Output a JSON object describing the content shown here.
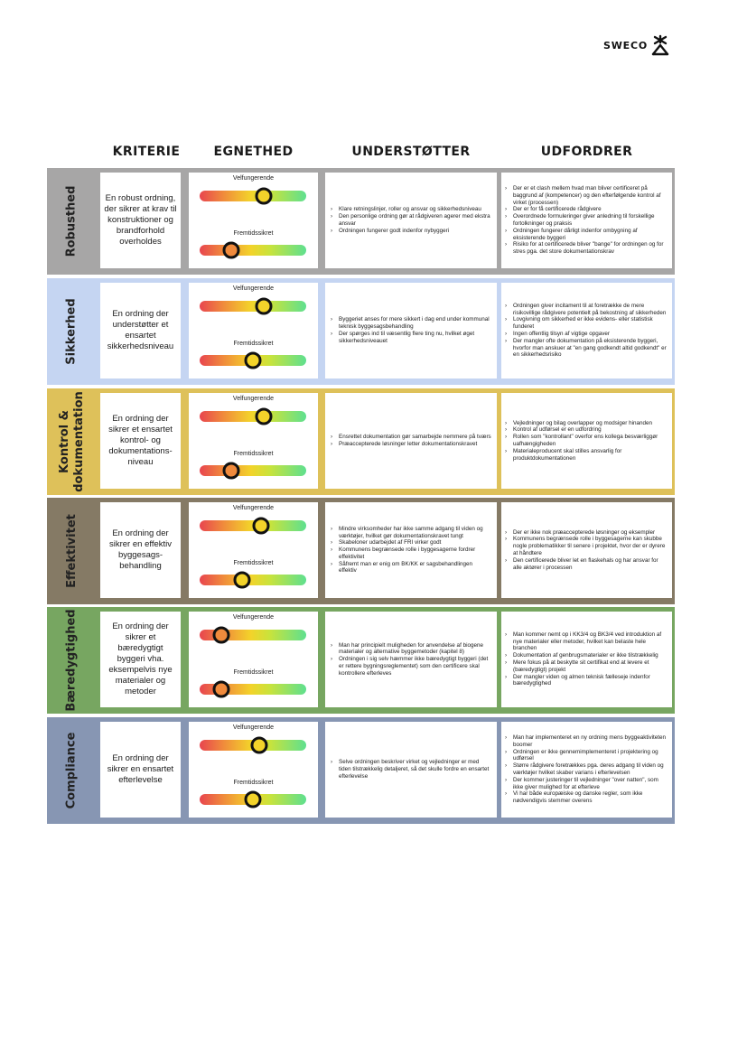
{
  "logo": {
    "text": "SWECO"
  },
  "headers": {
    "kriterie": "KRITERIE",
    "egnethed": "EGNETHED",
    "understotter": "UNDERSTØTTER",
    "udfordrer": "UDFORDRER"
  },
  "rows": [
    {
      "label_lines": [
        "Robusthed"
      ],
      "bg": "#a7a6a6",
      "kriterie": "En robust ordning, der sikrer at krav til konstruktioner og brandforhold overholdes",
      "gauges": [
        {
          "label": "Velfungerende",
          "value": 0.6,
          "dot_color": "#f3d32a"
        },
        {
          "label": "Fremtidssikret",
          "value": 0.3,
          "dot_color": "#f08a3c"
        }
      ],
      "understotter": [
        "Klare retningslinjer, roller og ansvar og sikkerhedsniveau",
        "Den personlige ordning gør at rådgiveren agerer med ekstra ansvar",
        "Ordningen fungerer godt indenfor nybyggeri"
      ],
      "udfordrer": [
        "Der er et clash mellem hvad man bliver certificeret på baggrund af (kompetencer) og den efterfølgende kontrol af virket (processen)",
        "Der er for få certificerede rådgivere",
        "Overordnede formuleringer giver anledning til forskellige fortolkninger og praksis",
        "Ordningen fungerer dårligt indenfor ombygning af eksisterende byggeri",
        "Risiko for at certificerede bliver \"bange\" for ordningen og for stres pga. det store dokumentationskrav"
      ]
    },
    {
      "label_lines": [
        "Sikkerhed"
      ],
      "bg": "#c5d5f2",
      "kriterie": "En ordning der understøtter et ensartet sikkerhedsniveau",
      "gauges": [
        {
          "label": "Velfungerende",
          "value": 0.6,
          "dot_color": "#f3d32a"
        },
        {
          "label": "Fremtidssikret",
          "value": 0.5,
          "dot_color": "#f3d32a"
        }
      ],
      "understotter": [
        "Byggeriet anses for mere sikkert i dag end under kommunal teknisk byggesagsbehandling",
        "Der spørges ind til væsentlig flere ting nu, hvilket øget sikkerhedsniveauet"
      ],
      "udfordrer": [
        "Ordningen giver incitament til at foretrække de mere risikovillige rådgivere potentielt på bekostning af sikkerheden",
        "Lovgivning om sikkerhed er ikke evidens- eller statistisk funderet",
        "Ingen offentlig tilsyn af vigtige opgaver",
        "Der mangler ofte dokumentation på eksisterende byggeri, hvorfor man anskuer at \"en gang godkendt altid godkendt\" er en sikkerhedsrisiko"
      ]
    },
    {
      "label_lines": [
        "Kontrol &",
        "dokumentation"
      ],
      "bg": "#dec15a",
      "kriterie": "En ordning der sikrer et ensartet kontrol- og dokumentations-niveau",
      "gauges": [
        {
          "label": "Velfungerende",
          "value": 0.6,
          "dot_color": "#f3d32a"
        },
        {
          "label": "Fremtidssikret",
          "value": 0.3,
          "dot_color": "#f08a3c"
        }
      ],
      "understotter": [
        "Ensrettet dokumentation gør samarbejde nemmere på tværs",
        "Præaccepterede løsninger letter dokumentationskravet"
      ],
      "udfordrer": [
        "Vejledninger og bilag overlapper og modsiger hinanden",
        "Kontrol af udførsel er en udfordring",
        "Rollen som \"kontrollant\" overfor ens kollega besværliggør uafhængigheden",
        "Materialeproducent skal stilles ansvarlig for produktdokumentationen"
      ]
    },
    {
      "label_lines": [
        "Effektivitet"
      ],
      "bg": "#857a65",
      "kriterie": "En ordning der sikrer en effektiv byggesags-behandling",
      "gauges": [
        {
          "label": "Velfungerende",
          "value": 0.58,
          "dot_color": "#f3d32a"
        },
        {
          "label": "Fremtidssikret",
          "value": 0.4,
          "dot_color": "#f3d32a"
        }
      ],
      "understotter": [
        "Mindre virksomheder har ikke samme adgang til viden og værktøjer, hvilket gør dokumentationskravet tungt",
        "Skabeloner udarbejdet af FRI virker godt",
        "Kommunens begrænsede rolle i byggesagerne fordrer effektivitet",
        "Såfremt man er enig om BK/KK er sagsbehandlingen effektiv"
      ],
      "udfordrer": [
        "Der er ikke nok præaccepterede løsninger og eksempler",
        "Kommunens begrænsede rolle i byggesagerne kan skubbe nogle problematikker til senere i projektet, hvor der er dyrere at håndtere",
        "Den certificerede bliver let en flaskehals og har ansvar for alle aktører i processen"
      ]
    },
    {
      "label_lines": [
        "Bæredygtighed"
      ],
      "bg": "#77a661",
      "kriterie": "En ordning der sikrer et bæredygtigt byggeri vha. eksempelvis nye materialer og metoder",
      "gauges": [
        {
          "label": "Velfungerende",
          "value": 0.2,
          "dot_color": "#f08a3c"
        },
        {
          "label": "Fremtidssikret",
          "value": 0.2,
          "dot_color": "#f08a3c"
        }
      ],
      "understotter": [
        "Man har principielt muligheden for anvendelse af biogene materialer og alternative byggemetoder (kapitel 8)",
        "Ordningen i sig selv hæmmer ikke bæredygtigt byggeri (det er rettere bygningsreglementet) som den certificere skal kontrollere efterleves"
      ],
      "udfordrer": [
        "Man kommer nemt op i KK3/4 og BK3/4 ved introduktion af nye materialer eller metoder, hvilket kan belaste hele branchen",
        "Dokumentation af genbrugsmaterialer er ikke tilstrækkelig",
        "Mere fokus på at beskytte sit certifikat end at levere et (bæredygtigt) projekt",
        "Der mangler viden og almen teknisk fælleseje indenfor bæredygtighed"
      ]
    },
    {
      "label_lines": [
        "Compliance"
      ],
      "bg": "#8796b3",
      "kriterie": "En ordning der sikrer en ensartet efterlevelse",
      "gauges": [
        {
          "label": "Velfungerende",
          "value": 0.56,
          "dot_color": "#f3d32a"
        },
        {
          "label": "Fremtidssikret",
          "value": 0.5,
          "dot_color": "#f3d32a"
        }
      ],
      "understotter": [
        "Selve ordningen beskriver virket og vejledninger er med tiden tilstrækkelig detaljeret, så det skulle fordre en ensartet efterlevelse"
      ],
      "udfordrer": [
        "Man har implementeret en ny ordning mens byggeaktiviteten boomer",
        "Ordningen er ikke gennemimplementeret i projektering og udførsel",
        "Større rådgivere foretrækkes pga. deres adgang til viden og værktøjer hvilket skaber varians i efterlevelsen",
        "Der kommer justeringer til vejledninger \"over natten\", som ikke giver mulighed for at efterleve",
        "Vi har både europæiske og danske regler, som ikke nødvendigvis stemmer overens"
      ]
    }
  ]
}
